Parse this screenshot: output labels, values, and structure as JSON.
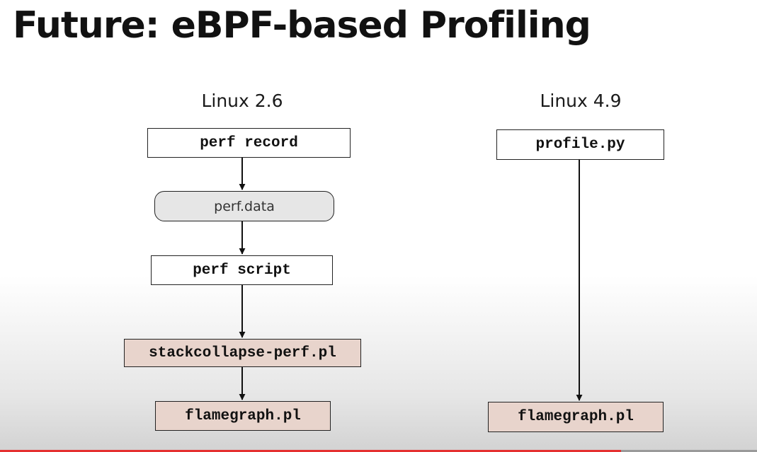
{
  "title": "Future: eBPF-based Profiling",
  "left_column": {
    "label": "Linux 2.6",
    "nodes": [
      "perf record",
      "perf.data",
      "perf script",
      "stackcollapse-perf.pl",
      "flamegraph.pl"
    ]
  },
  "right_column": {
    "label": "Linux 4.9",
    "nodes": [
      "profile.py",
      "flamegraph.pl"
    ]
  },
  "colors": {
    "command_fill": "#ffffff",
    "data_fill": "#e6e6e6",
    "tool_fill": "#e8d4cc",
    "progress_red": "#e53030"
  },
  "video_progress_fraction": 0.82
}
